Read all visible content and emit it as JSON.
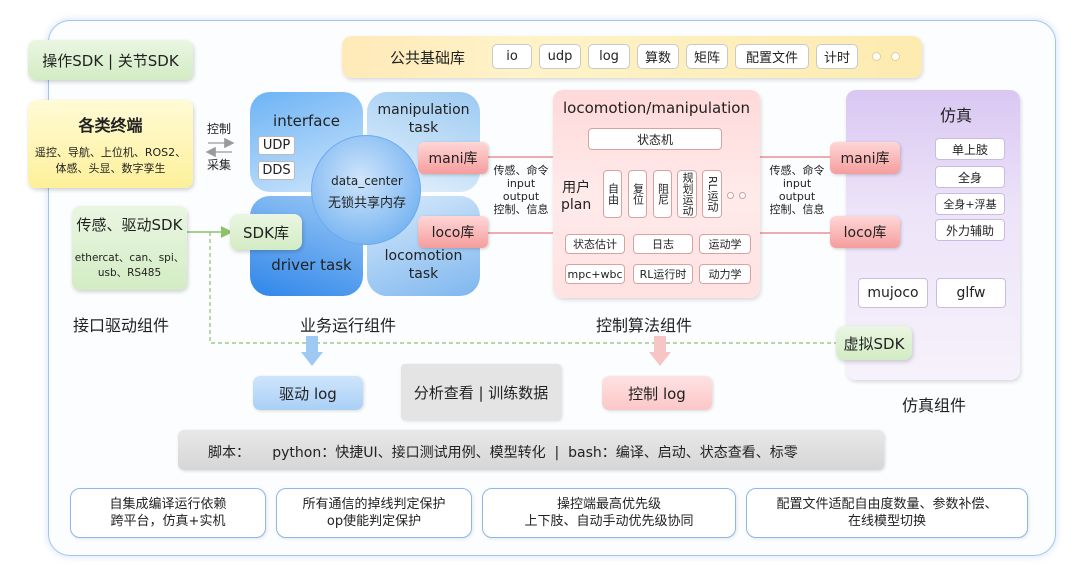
{
  "top_left": {
    "sdk_box": "操作SDK | 关节SDK"
  },
  "terminals": {
    "title": "各类终端",
    "items_line1": "遥控、导航、上位机、ROS2、",
    "items_line2": "体感、头显、数字孪生"
  },
  "io_labels": {
    "control": "控制",
    "collect": "采集"
  },
  "sensor_sdk": {
    "title": "传感、驱动SDK",
    "line1": "ethercat、can、spi、",
    "line2": "usb、RS485"
  },
  "group_labels": {
    "interface_driver": "接口驱动组件",
    "business": "业务运行组件",
    "control_algo": "控制算法组件",
    "simulation": "仿真组件"
  },
  "public_lib": {
    "title": "公共基础库",
    "items": [
      "io",
      "udp",
      "log",
      "算数",
      "矩阵",
      "配置文件",
      "计时"
    ]
  },
  "business": {
    "interface": "interface",
    "udp": "UDP",
    "dds": "DDS",
    "manipulation_task_1": "manipulation",
    "manipulation_task_2": "task",
    "driver_task": "driver task",
    "locomotion_task_1": "locomotion",
    "locomotion_task_2": "task",
    "data_center": "data_center",
    "shared_memory": "无锁共享内存",
    "sdk_lib": "SDK库",
    "mani_lib": "mani库",
    "loco_lib": "loco库"
  },
  "flow_labels": {
    "left": [
      "传感、命令",
      "input",
      "output",
      "控制、信息"
    ],
    "right": [
      "传感、命令",
      "input",
      "output",
      "控制、信息"
    ]
  },
  "control": {
    "title": "locomotion/manipulation",
    "state_machine": "状态机",
    "user_plan_1": "用户",
    "user_plan_2": "plan",
    "states": [
      "自由",
      "复位",
      "阻尼",
      "规划运动",
      "RL运动"
    ],
    "row1": [
      "状态估计",
      "日志",
      "运动学"
    ],
    "row2": [
      "mpc+wbc",
      "RL运行时",
      "动力学"
    ]
  },
  "simulation": {
    "title": "仿真",
    "mani_lib": "mani库",
    "loco_lib": "loco库",
    "items": [
      "单上肢",
      "全身",
      "全身+浮基",
      "外力辅助"
    ],
    "engines": [
      "mujoco",
      "glfw"
    ],
    "virtual_sdk": "虚拟SDK"
  },
  "logs": {
    "drive_log": "驱动  log",
    "analysis": "分析查看 | 训练数据",
    "control_log": "控制  log"
  },
  "script_bar": "脚本：     python：快捷UI、接口测试用例、模型转化  |  bash：编译、启动、状态查看、标零",
  "features": [
    {
      "line1": "自集成编译运行依赖",
      "line2": "跨平台，仿真+实机"
    },
    {
      "line1": "所有通信的掉线判定保护",
      "line2": "op使能判定保护"
    },
    {
      "line1": "操控端最高优先级",
      "line2": "上下肢、自动手动优先级协同"
    },
    {
      "line1": "配置文件适配自由度数量、参数补偿、",
      "line2": "在线模型切换"
    }
  ],
  "colors": {
    "frame": "#9ec5ef",
    "blue": "#2f86ea",
    "red": "#e98a8a",
    "green": "#8cc26a",
    "purple": "#d9c7f2"
  }
}
